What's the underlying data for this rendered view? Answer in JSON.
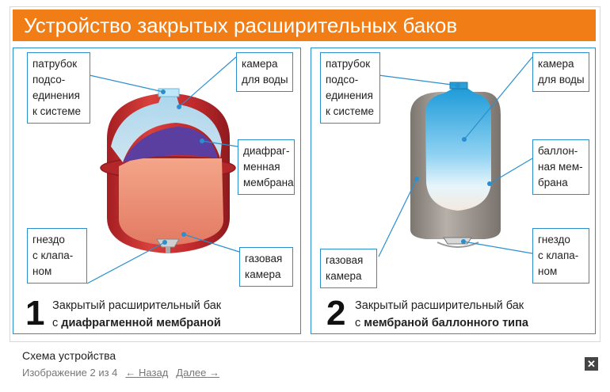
{
  "banner": {
    "title": "Устройство закрытых расширительных баков"
  },
  "left_panel": {
    "labels": {
      "pipe": [
        "патрубок",
        "подсо-",
        "единения",
        "к системе"
      ],
      "water": [
        "камера",
        "для воды"
      ],
      "membrane": [
        "диафраг-",
        "менная",
        "мембрана"
      ],
      "valve": [
        "гнездо",
        "с клапа-",
        "ном"
      ],
      "gas": [
        "газовая",
        "камера"
      ]
    },
    "number": "1",
    "caption_line1": "Закрытый расширительный бак",
    "caption_prefix": "с ",
    "caption_bold": "диафрагменной мембраной"
  },
  "right_panel": {
    "labels": {
      "pipe": [
        "патрубок",
        "подсо-",
        "единения",
        "к системе"
      ],
      "water": [
        "камера",
        "для воды"
      ],
      "membrane": [
        "баллон-",
        "ная мем-",
        "брана"
      ],
      "valve": [
        "гнездо",
        "с клапа-",
        "ном"
      ],
      "gas": [
        "газовая",
        "камера"
      ]
    },
    "number": "2",
    "caption_line1": "Закрытый расширительный бак",
    "caption_prefix": "с ",
    "caption_bold": "мембраной баллонного типа"
  },
  "footer": {
    "title": "Схема устройства",
    "counter": "Изображение 2 из 4",
    "prev_link": "← Назад",
    "next_link": "Далее →",
    "close_glyph": "✕"
  },
  "colors": {
    "banner": "#f07d16",
    "frame_line": "#2b8fcf",
    "tank_red": "#c8282c",
    "tank_grey": "#9b948e",
    "water_blue": "#3ab0e8"
  }
}
